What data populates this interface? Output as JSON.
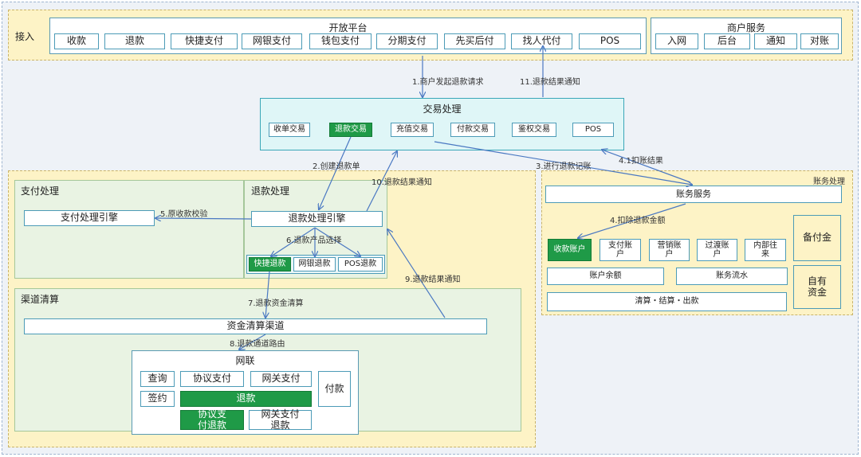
{
  "access": {
    "label": "接入",
    "open_platform": {
      "title": "开放平台",
      "items": [
        "收款",
        "退款",
        "快捷支付",
        "网银支付",
        "钱包支付",
        "分期支付",
        "先买后付",
        "找人代付",
        "POS"
      ]
    },
    "merchant": {
      "title": "商户服务",
      "items": [
        "入网",
        "后台",
        "通知",
        "对账"
      ]
    }
  },
  "trade": {
    "title": "交易处理",
    "items": [
      "收单交易",
      "退款交易",
      "充值交易",
      "付款交易",
      "鉴权交易",
      "POS"
    ]
  },
  "pay": {
    "title": "支付处理",
    "engine": "支付处理引擎"
  },
  "refund": {
    "title": "退款处理",
    "engine": "退款处理引擎",
    "products": [
      "快捷退款",
      "网银退款",
      "POS退款"
    ]
  },
  "channel": {
    "title": "渠道清算",
    "bar": "资金清算渠道",
    "union": {
      "title": "网联",
      "query": "查询",
      "sign": "签约",
      "protocol_pay": "协议支付",
      "gateway_pay": "网关支付",
      "refund": "退款",
      "protocol_refund": "协议支付退款",
      "gateway_refund": "网关支付退款",
      "payout": "付款"
    }
  },
  "accounting": {
    "title": "账务处理",
    "service": "账务服务",
    "accounts": [
      "收款账户",
      "支付账户",
      "营销账户",
      "过渡账户",
      "内部往来"
    ],
    "balance": "账户余额",
    "flow": "账务流水",
    "settle": "清算・结算・出款",
    "reserve": "备付金",
    "own_funds": "自有资金"
  },
  "flow_labels": {
    "s1": "1.商户发起退款请求",
    "s2": "2.创建退款单",
    "s3": "3.进行退款记账",
    "s41": "4.1扣账结果",
    "s4": "4.扣除退款金额",
    "s5": "5.原收款校验",
    "s6": "6.退款产品选择",
    "s7": "7.退款资金清算",
    "s8": "8.退款通道路由",
    "s9": "9.退款结果通知",
    "s10": "10.退款结果通知",
    "s11": "11.退款结果通知"
  },
  "colors": {
    "highlight": "#1f9a47",
    "border": "#4c9bb7",
    "arrow": "#4a78c2",
    "region_yellow": "#fdf3c6",
    "region_green": "#e9f3e3",
    "region_cyan": "#dff6f7"
  }
}
